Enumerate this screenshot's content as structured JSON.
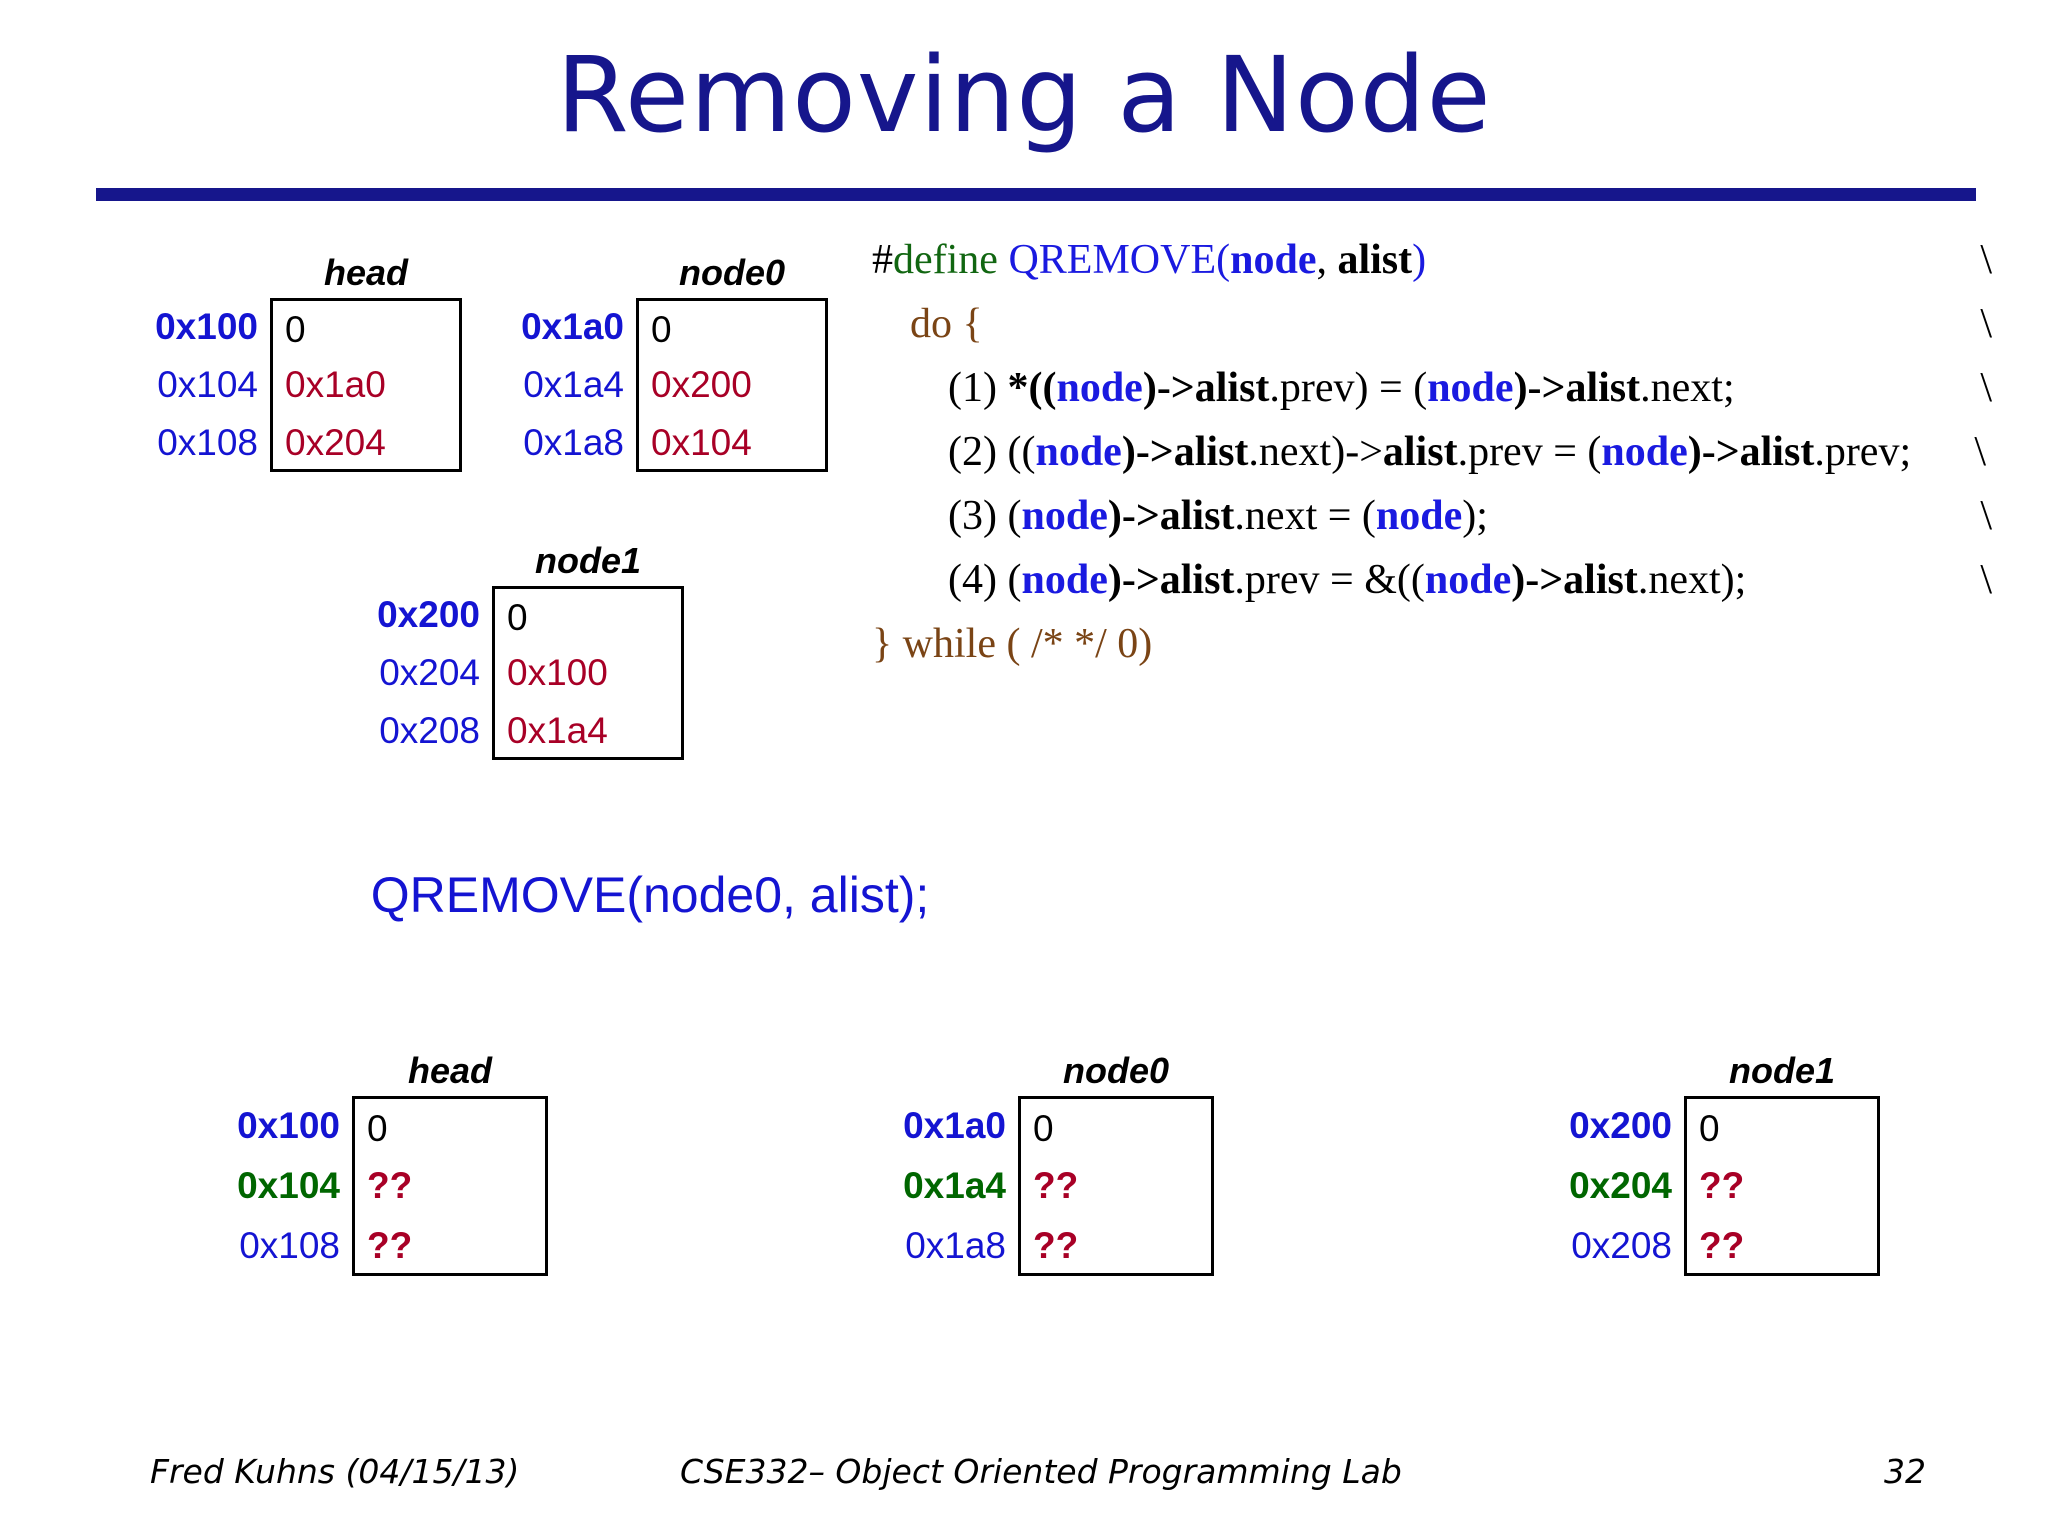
{
  "slide": {
    "title": "Removing a Node",
    "accent_color": "#16168c",
    "address_color": "#1414d2",
    "value_color": "#a80026",
    "highlight_color": "#006600"
  },
  "top_tables": [
    {
      "label": "head",
      "rows": [
        {
          "address": "0x100",
          "value": "0",
          "addr_style": "bold",
          "val_style": "zero"
        },
        {
          "address": "0x104",
          "value": "0x1a0",
          "addr_style": "normal",
          "val_style": "value"
        },
        {
          "address": "0x108",
          "value": "0x204",
          "addr_style": "normal",
          "val_style": "value"
        }
      ]
    },
    {
      "label": "node0",
      "rows": [
        {
          "address": "0x1a0",
          "value": "0",
          "addr_style": "bold",
          "val_style": "zero"
        },
        {
          "address": "0x1a4",
          "value": "0x200",
          "addr_style": "normal",
          "val_style": "value"
        },
        {
          "address": "0x1a8",
          "value": "0x104",
          "addr_style": "normal",
          "val_style": "value"
        }
      ]
    },
    {
      "label": "node1",
      "rows": [
        {
          "address": "0x200",
          "value": "0",
          "addr_style": "bold",
          "val_style": "zero"
        },
        {
          "address": "0x204",
          "value": "0x100",
          "addr_style": "normal",
          "val_style": "value"
        },
        {
          "address": "0x208",
          "value": "0x1a4",
          "addr_style": "normal",
          "val_style": "value"
        }
      ]
    }
  ],
  "bottom_tables": [
    {
      "label": "head",
      "rows": [
        {
          "address": "0x100",
          "value": "0",
          "addr_style": "bold",
          "val_style": "zero"
        },
        {
          "address": "0x104",
          "value": "??",
          "addr_style": "green",
          "val_style": "unknown"
        },
        {
          "address": "0x108",
          "value": "??",
          "addr_style": "normal",
          "val_style": "unknown"
        }
      ]
    },
    {
      "label": "node0",
      "rows": [
        {
          "address": "0x1a0",
          "value": "0",
          "addr_style": "bold",
          "val_style": "zero"
        },
        {
          "address": "0x1a4",
          "value": "??",
          "addr_style": "green",
          "val_style": "unknown"
        },
        {
          "address": "0x1a8",
          "value": "??",
          "addr_style": "normal",
          "val_style": "unknown"
        }
      ]
    },
    {
      "label": "node1",
      "rows": [
        {
          "address": "0x200",
          "value": "0",
          "addr_style": "bold",
          "val_style": "zero"
        },
        {
          "address": "0x204",
          "value": "??",
          "addr_style": "green",
          "val_style": "unknown"
        },
        {
          "address": "0x208",
          "value": "??",
          "addr_style": "normal",
          "val_style": "unknown"
        }
      ]
    }
  ],
  "code": {
    "line0": {
      "hash": "#",
      "define": "define",
      "macro": "QREMOVE(",
      "arg1": "node",
      "comma": ", ",
      "arg2": "alist",
      "close": ")",
      "continuation": "\\"
    },
    "line1": {
      "text": "do {",
      "continuation": "\\"
    },
    "line2": {
      "num": "(1) ",
      "p1": "*((",
      "node1": "node",
      "p2": ")->",
      "alist1": "alist",
      "p3": ".prev) = (",
      "node2": "node",
      "p4": ")->",
      "alist2": "alist",
      "p5": ".next;",
      "continuation": "\\"
    },
    "line3": {
      "num": "(2) ",
      "p1": "((",
      "node1": "node",
      "p2": ")->",
      "alist1": "alist",
      "p3": ".next)->",
      "alist2": "alist",
      "p4": ".prev = (",
      "node2": "node",
      "p5": ")->",
      "alist3": "alist",
      "p6": ".prev;",
      "continuation": "\\"
    },
    "line4": {
      "num": "(3) ",
      "p1": "(",
      "node1": "node",
      "p2": ")->",
      "alist1": "alist",
      "p3": ".next = (",
      "node2": "node",
      "p4": ");",
      "continuation": "\\"
    },
    "line5": {
      "num": "(4) ",
      "p1": "(",
      "node1": "node",
      "p2": ")->",
      "alist1": "alist",
      "p3": ".prev = &((",
      "node2": "node",
      "p4": ")->",
      "alist2": "alist",
      "p5": ".next);",
      "continuation": "\\"
    },
    "line6": {
      "text": "} while ( /* */ 0)"
    }
  },
  "call_line": "QREMOVE(node0, alist);",
  "footer": {
    "author": "Fred Kuhns (04/15/13)",
    "course": "CSE332– Object Oriented Programming Lab",
    "page": "32"
  }
}
